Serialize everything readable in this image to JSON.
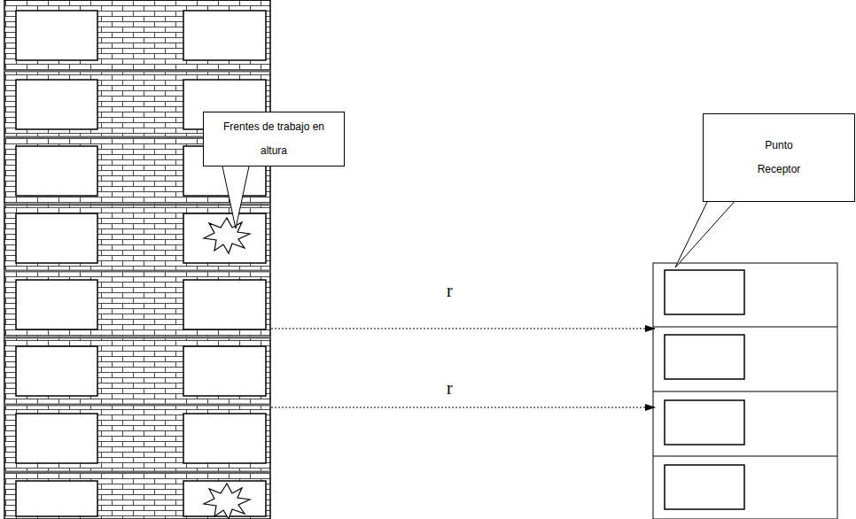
{
  "diagram": {
    "nodes": [
      {
        "text": [
          "Frentes de trabajo en altura"
        ]
      },
      {
        "text": [
          "Punto Receptor"
        ]
      }
    ],
    "labels": [
      "r",
      "r"
    ]
  }
}
